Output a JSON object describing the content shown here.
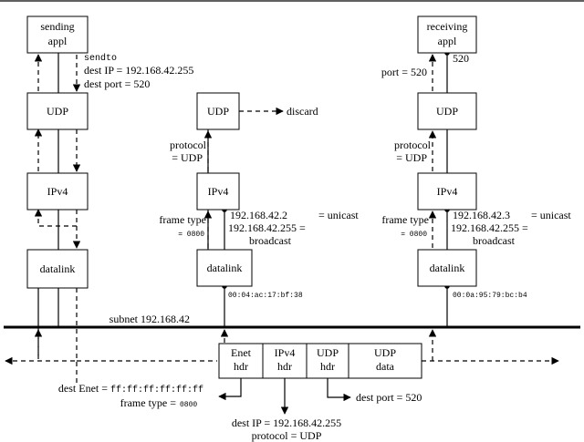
{
  "send": {
    "appl": [
      "sending",
      "appl"
    ],
    "sendto": "sendto",
    "dest_ip": "dest IP = 192.168.42.255",
    "dest_port": "dest port = 520",
    "udp": "UDP",
    "ipv4": "IPv4",
    "datalink": "datalink"
  },
  "mid": {
    "udp": "UDP",
    "discard": "discard",
    "protocol": [
      "protocol",
      "= UDP"
    ],
    "ipv4": "IPv4",
    "ip_unicast": "192.168.42.2",
    "unicast": "= unicast",
    "ip_broadcast": "192.168.42.255 =",
    "broadcast": "broadcast",
    "frame_type_label": "frame type",
    "frame_type_value": "= 0800",
    "datalink": "datalink",
    "mac": "00:04:ac:17:bf:38"
  },
  "recv": {
    "appl": [
      "receiving",
      "appl"
    ],
    "port_label": "port = 520",
    "port_num": "520",
    "udp": "UDP",
    "protocol": [
      "protocol",
      "= UDP"
    ],
    "ipv4": "IPv4",
    "ip_unicast": "192.168.42.3",
    "unicast": "= unicast",
    "ip_broadcast": "192.168.42.255 =",
    "broadcast": "broadcast",
    "frame_type_label": "frame type",
    "frame_type_value": "= 0800",
    "datalink": "datalink",
    "mac": "00:0a:95:79:bc:b4"
  },
  "subnet": "subnet 192.168.42",
  "frame": {
    "enet": [
      "Enet",
      "hdr"
    ],
    "ipv4": [
      "IPv4",
      "hdr"
    ],
    "udp_hdr": [
      "UDP",
      "hdr"
    ],
    "udp_data": [
      "UDP",
      "data"
    ]
  },
  "frame_notes": {
    "dest_enet_label": "dest Enet =",
    "dest_enet_value": "ff:ff:ff:ff:ff:ff",
    "frame_type_label": "frame type =",
    "frame_type_value": "0800",
    "dest_port": "dest port = 520",
    "dest_ip": "dest IP = 192.168.42.255",
    "protocol": "protocol = UDP"
  }
}
